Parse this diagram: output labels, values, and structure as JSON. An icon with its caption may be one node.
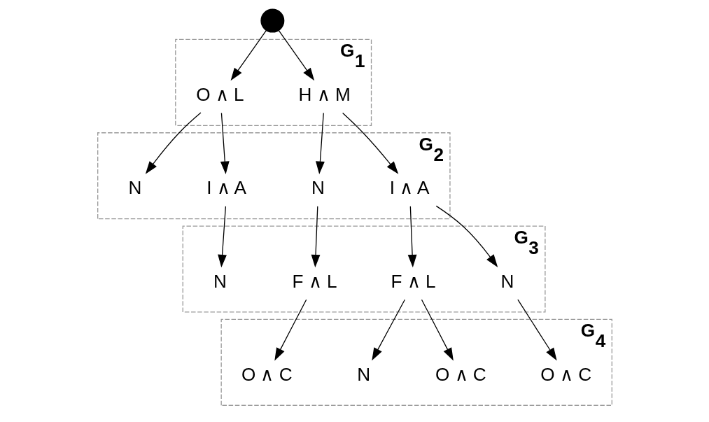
{
  "diagram": {
    "nodes": [
      {
        "text": [],
        "shape": "circle"
      },
      {
        "text": [
          "G$_{1}$"
        ]
      },
      {
        "text": [
          "H ∧ M"
        ],
        "in": 1
      },
      {
        "text": [
          "O ∧ L"
        ],
        "in": 1
      },
      {
        "text": [
          "G$_{2}$"
        ]
      },
      {
        "text": [
          "I ∧ A"
        ],
        "in": 4
      },
      {
        "text": [
          "N"
        ],
        "in": 4
      },
      {
        "text": [
          "I ∧ A"
        ],
        "in": 4
      },
      {
        "text": [
          "N"
        ],
        "in": 4
      },
      {
        "text": [
          "G$_{3}$"
        ]
      },
      {
        "text": [
          "N"
        ],
        "in": 9
      },
      {
        "text": [
          "F ∧ L"
        ],
        "in": 9
      },
      {
        "text": [
          "F ∧ L"
        ],
        "in": 9
      },
      {
        "text": [
          "N"
        ],
        "in": 9
      },
      {
        "text": [
          "G$_{4}$"
        ]
      },
      {
        "text": [
          "O ∧ C"
        ],
        "in": 14
      },
      {
        "text": [
          "O ∧ C"
        ],
        "in": 14
      },
      {
        "text": [
          "N"
        ],
        "in": 14
      },
      {
        "text": [
          "O ∧ C"
        ],
        "in": 14
      }
    ],
    "edges": [
      {
        "from": 0,
        "to": 2,
        "arrow": "to"
      },
      {
        "from": 0,
        "to": 3,
        "arrow": "to"
      },
      {
        "from": 2,
        "to": 5,
        "arrow": "to"
      },
      {
        "from": 2,
        "to": 6,
        "arrow": "to"
      },
      {
        "from": 3,
        "to": 7,
        "arrow": "to"
      },
      {
        "from": 3,
        "to": 8,
        "arrow": "to"
      },
      {
        "from": 5,
        "to": 10,
        "arrow": "to"
      },
      {
        "from": 5,
        "to": 11,
        "arrow": "to"
      },
      {
        "from": 6,
        "to": 12,
        "arrow": "to"
      },
      {
        "from": 7,
        "to": 13,
        "arrow": "to"
      },
      {
        "from": 10,
        "to": 15,
        "arrow": "to"
      },
      {
        "from": 11,
        "to": 16,
        "arrow": "to"
      },
      {
        "from": 11,
        "to": 17,
        "arrow": "to"
      },
      {
        "from": 12,
        "to": 18,
        "arrow": "to"
      }
    ]
  }
}
